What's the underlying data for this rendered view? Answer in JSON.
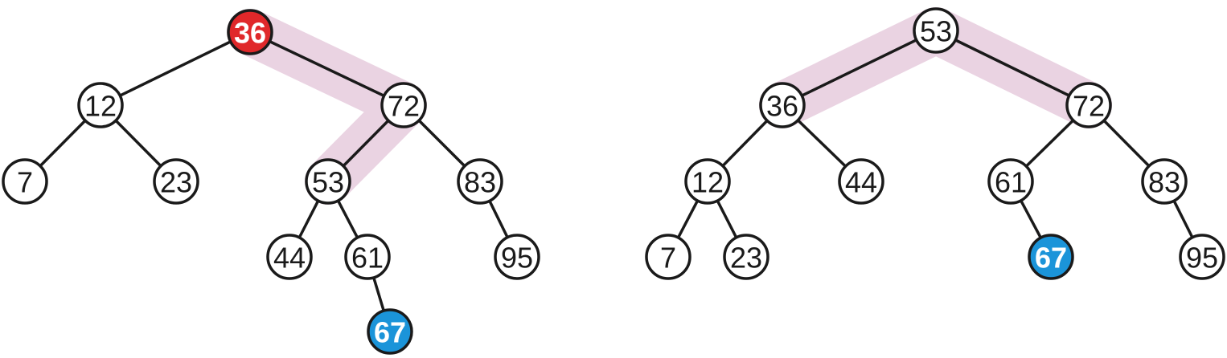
{
  "colors": {
    "highlight": "#ead3e2",
    "edge": "#1a1a1a",
    "node_fill": "#ffffff",
    "node_text": "#1a1a1a",
    "root_fill": "#e0282a",
    "inserted_fill": "#1b94d9",
    "emph_text": "#ffffff"
  },
  "trees": [
    {
      "id": "before",
      "nodes": [
        {
          "id": "a36",
          "label": "36",
          "style": "root"
        },
        {
          "id": "a12",
          "label": "12"
        },
        {
          "id": "a72",
          "label": "72"
        },
        {
          "id": "a7",
          "label": "7"
        },
        {
          "id": "a23",
          "label": "23"
        },
        {
          "id": "a53",
          "label": "53"
        },
        {
          "id": "a83",
          "label": "83"
        },
        {
          "id": "a44",
          "label": "44"
        },
        {
          "id": "a61",
          "label": "61"
        },
        {
          "id": "a95",
          "label": "95"
        },
        {
          "id": "a67",
          "label": "67",
          "style": "inserted"
        }
      ],
      "edges": [
        [
          "a36",
          "a12"
        ],
        [
          "a36",
          "a72"
        ],
        [
          "a12",
          "a7"
        ],
        [
          "a12",
          "a23"
        ],
        [
          "a72",
          "a53"
        ],
        [
          "a72",
          "a83"
        ],
        [
          "a53",
          "a44"
        ],
        [
          "a53",
          "a61"
        ],
        [
          "a83",
          "a95"
        ],
        [
          "a61",
          "a67"
        ]
      ],
      "highlight_path": [
        "a36",
        "a72",
        "a53"
      ]
    },
    {
      "id": "after",
      "nodes": [
        {
          "id": "b53",
          "label": "53"
        },
        {
          "id": "b36",
          "label": "36"
        },
        {
          "id": "b72",
          "label": "72"
        },
        {
          "id": "b12",
          "label": "12"
        },
        {
          "id": "b44",
          "label": "44"
        },
        {
          "id": "b61",
          "label": "61"
        },
        {
          "id": "b83",
          "label": "83"
        },
        {
          "id": "b7",
          "label": "7"
        },
        {
          "id": "b23",
          "label": "23"
        },
        {
          "id": "b67",
          "label": "67",
          "style": "inserted"
        },
        {
          "id": "b95",
          "label": "95"
        }
      ],
      "edges": [
        [
          "b53",
          "b36"
        ],
        [
          "b53",
          "b72"
        ],
        [
          "b36",
          "b12"
        ],
        [
          "b36",
          "b44"
        ],
        [
          "b72",
          "b61"
        ],
        [
          "b72",
          "b83"
        ],
        [
          "b12",
          "b7"
        ],
        [
          "b12",
          "b23"
        ],
        [
          "b61",
          "b67"
        ],
        [
          "b83",
          "b95"
        ]
      ],
      "highlight_path": [
        "b36",
        "b53",
        "b72"
      ]
    }
  ]
}
